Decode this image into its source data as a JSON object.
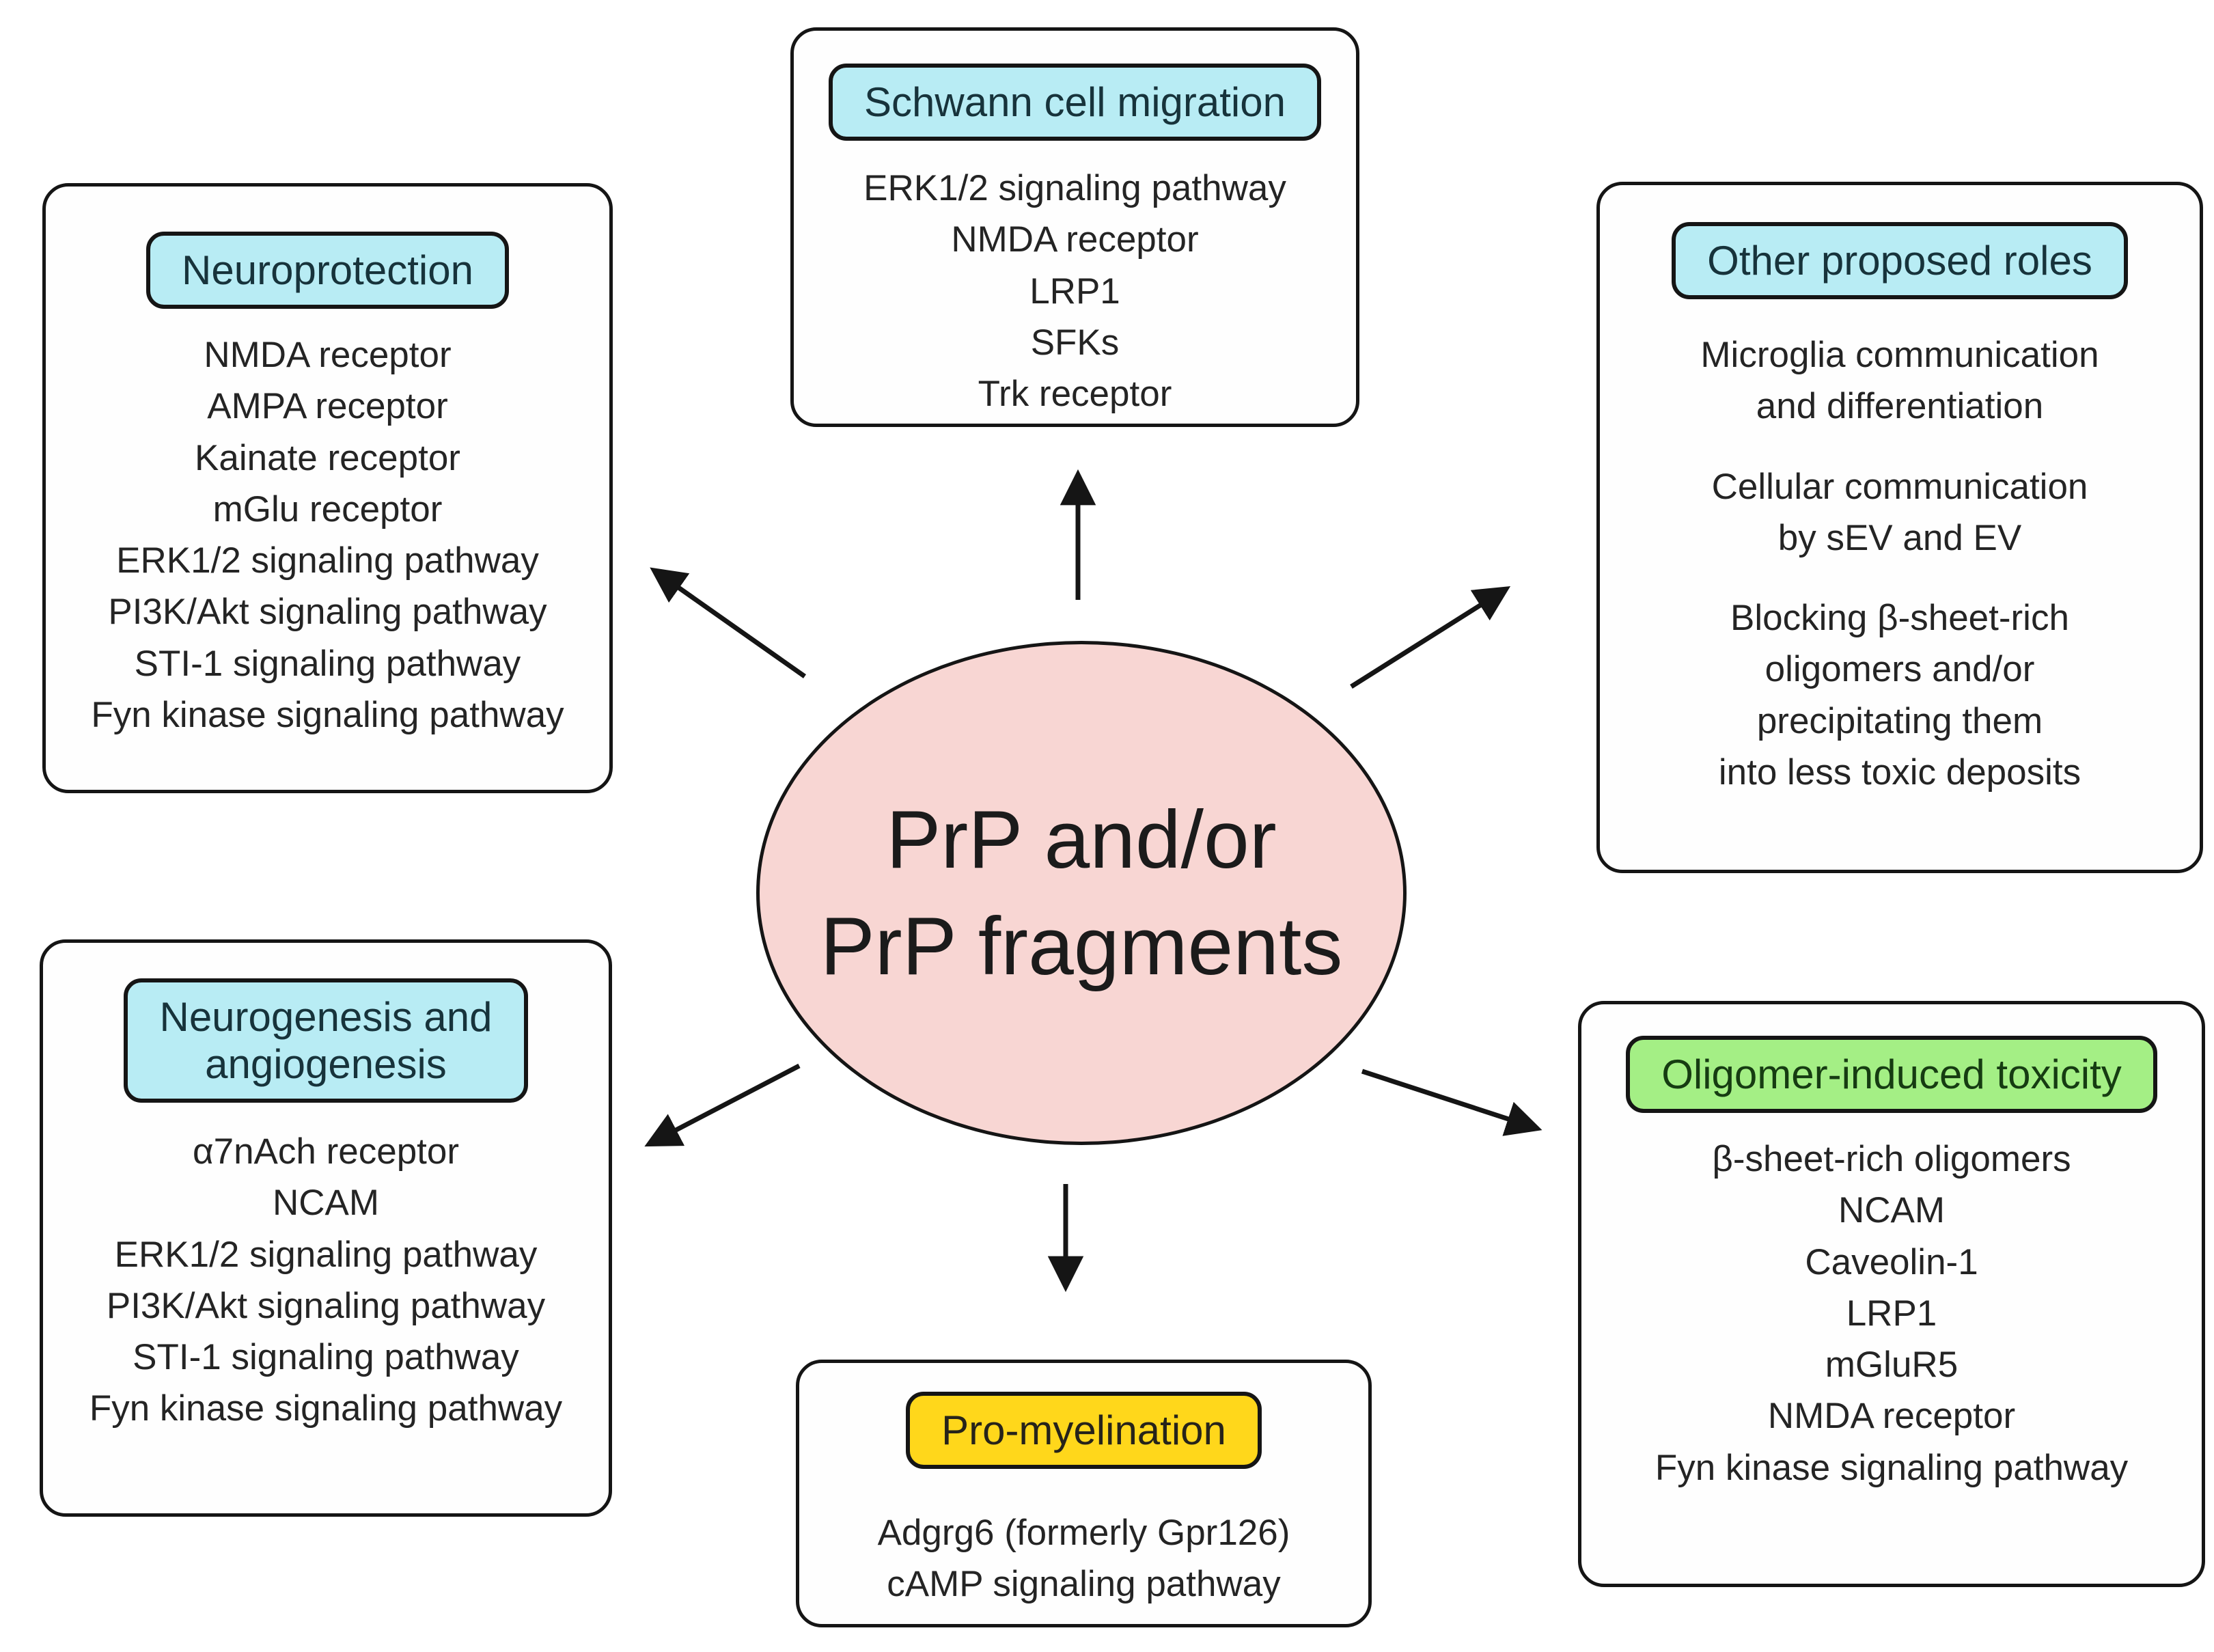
{
  "center": {
    "label": "PrP and/or\nPrP fragments",
    "fill_color": "#f8d6d3"
  },
  "boxes": [
    {
      "id": "schwann-cell-migration",
      "title": "Schwann cell migration",
      "header_color": "#b8ecf4",
      "items": [
        "ERK1/2 signaling pathway",
        "NMDA receptor",
        "LRP1",
        "SFKs",
        "Trk receptor"
      ]
    },
    {
      "id": "neuroprotection",
      "title": "Neuroprotection",
      "header_color": "#b8ecf4",
      "items": [
        "NMDA receptor",
        "AMPA receptor",
        "Kainate receptor",
        "mGlu receptor",
        "ERK1/2 signaling pathway",
        "PI3K/Akt signaling pathway",
        "STI-1 signaling pathway",
        "Fyn kinase signaling pathway"
      ]
    },
    {
      "id": "other-proposed-roles",
      "title": "Other proposed roles",
      "header_color": "#b8ecf4",
      "items": [
        "Microglia communication\nand differentiation",
        "Cellular communication\nby sEV and EV",
        "Blocking β-sheet-rich\noligomers and/or\nprecipitating them\ninto less toxic deposits"
      ]
    },
    {
      "id": "neurogenesis-and-angiogenesis",
      "title": "Neurogenesis and\nangiogenesis",
      "header_color": "#b8ecf4",
      "items": [
        "α7nAch receptor",
        "NCAM",
        "ERK1/2 signaling pathway",
        "PI3K/Akt signaling pathway",
        "STI-1 signaling pathway",
        "Fyn kinase signaling pathway"
      ]
    },
    {
      "id": "pro-myelination",
      "title": "Pro-myelination",
      "header_color": "#ffd71b",
      "items": [
        "Adgrg6 (formerly Gpr126)",
        "cAMP signaling pathway"
      ]
    },
    {
      "id": "oligomer-induced-toxicity",
      "title": "Oligomer-induced toxicity",
      "header_color": "#a4ef85",
      "items": [
        "β-sheet-rich oligomers",
        "NCAM",
        "Caveolin-1",
        "LRP1",
        "mGluR5",
        "NMDA receptor",
        "Fyn kinase signaling pathway"
      ]
    }
  ],
  "arrows": [
    {
      "name": "arrow-up-icon",
      "points_to": "schwann-cell-migration"
    },
    {
      "name": "arrow-up-left-icon",
      "points_to": "neuroprotection"
    },
    {
      "name": "arrow-up-right-icon",
      "points_to": "other-proposed-roles"
    },
    {
      "name": "arrow-down-left-icon",
      "points_to": "neurogenesis-and-angiogenesis"
    },
    {
      "name": "arrow-down-icon",
      "points_to": "pro-myelination"
    },
    {
      "name": "arrow-down-right-icon",
      "points_to": "oligomer-induced-toxicity"
    }
  ],
  "colors": {
    "cyan_header": "#b8ecf4",
    "yellow_header": "#ffd71b",
    "green_header": "#a4ef85",
    "center_fill": "#f8d6d3",
    "box_background": "#fefefe",
    "border": "#151515"
  }
}
